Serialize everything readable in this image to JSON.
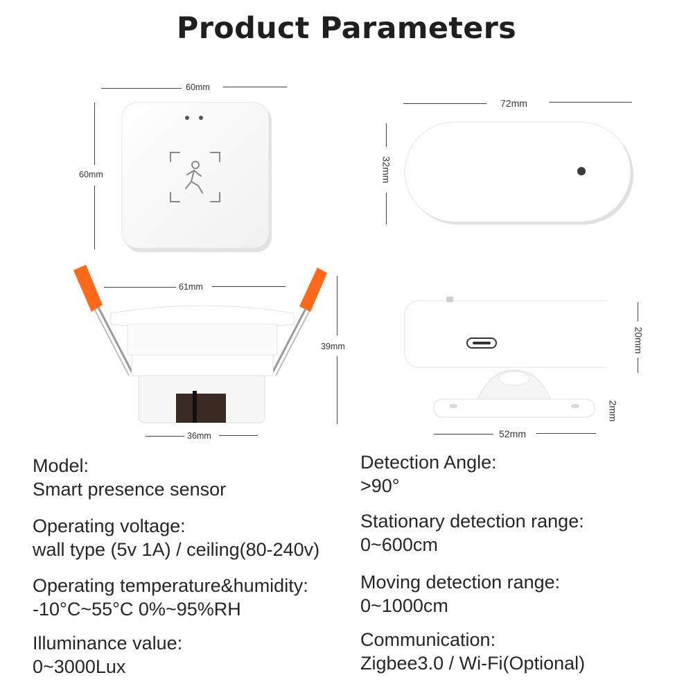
{
  "title": "Product Parameters",
  "dimensions": {
    "top_left_width": "60mm",
    "top_left_height": "60mm",
    "top_right_width": "72mm",
    "top_right_height": "32mm",
    "bottom_left_top_width": "61mm",
    "bottom_left_height": "39mm",
    "bottom_left_bottom_width": "36mm",
    "bottom_right_height": "20mm",
    "bottom_right_base_thickness": "2mm",
    "bottom_right_width": "52mm"
  },
  "specs": [
    {
      "label": "Model:",
      "value": "Smart presence sensor"
    },
    {
      "label": "Operating voltage:",
      "value": "wall type (5v 1A) / ceiling(80-240v)"
    },
    {
      "label": "Operating temperature&humidity:",
      "value": "-10°C~55°C 0%~95%RH"
    },
    {
      "label": "Illuminance value:",
      "value": "0~3000Lux"
    },
    {
      "label": "Detection Angle:",
      "value": ">90°"
    },
    {
      "label": "Stationary detection range:",
      "value": "0~600cm"
    },
    {
      "label": "Moving detection range:",
      "value": "0~1000cm"
    },
    {
      "label": "Communication:",
      "value": "Zigbee3.0 / Wi-Fi(Optional)"
    }
  ],
  "colors": {
    "accent_orange": "#ff6a1a",
    "device_white": "#ffffff",
    "shadow": "#dcdcdc"
  },
  "icons": [
    "presence-person-icon",
    "usb-c-port-icon",
    "indicator-dot-icon"
  ]
}
